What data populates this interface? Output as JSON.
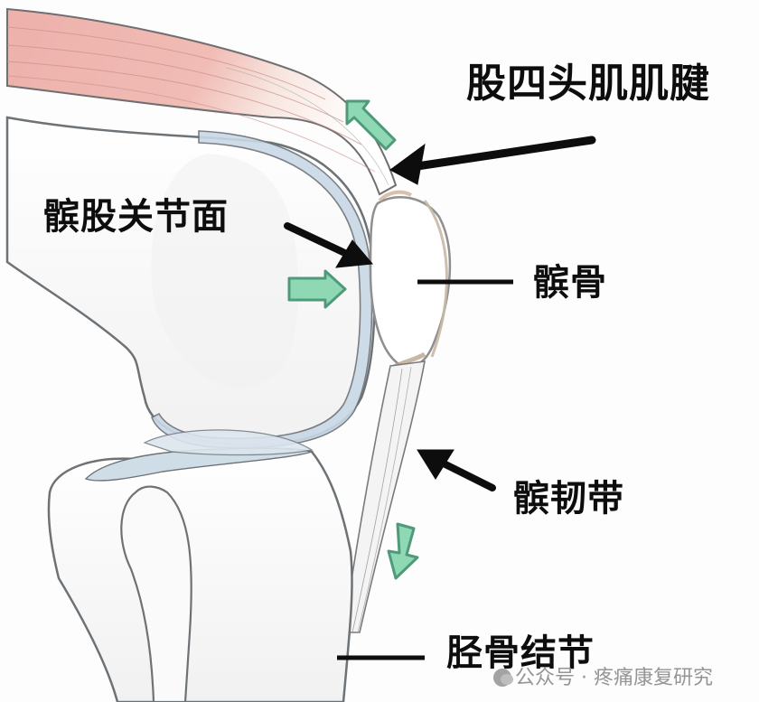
{
  "diagram": {
    "type": "knee-joint-sagittal-anatomy",
    "labels": {
      "quadriceps_tendon": "股四头肌肌腱",
      "patellofemoral_surface": "髌股关节面",
      "patella": "髌骨",
      "patellar_ligament": "髌韧带",
      "tibial_tuberosity": "胫骨结节"
    },
    "force_arrows": [
      {
        "id": "quad-pull",
        "direction": "up-left",
        "color": "#8fd8b4"
      },
      {
        "id": "compression",
        "direction": "right",
        "color": "#8fd8b4"
      },
      {
        "id": "ligament-pull",
        "direction": "down",
        "color": "#8fd8b4"
      }
    ],
    "colors": {
      "muscle": "#eeb3ae",
      "bone_outline": "#6d7276",
      "cartilage": "#c9d8e6",
      "arrow_fill": "#8fd8b4",
      "arrow_stroke": "#4f9a7a",
      "label_text": "#0d0d0d"
    }
  },
  "watermark": {
    "text": "公众号 · 疼痛康复研究"
  }
}
